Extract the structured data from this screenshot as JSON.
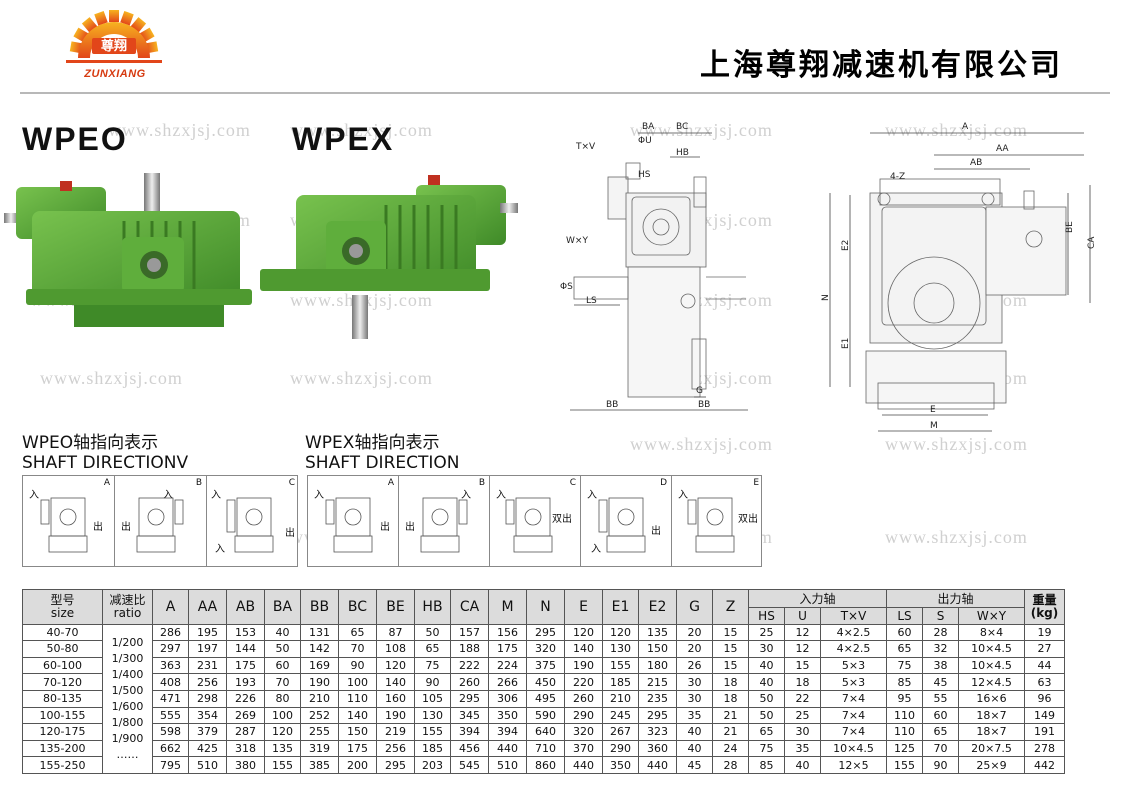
{
  "header": {
    "logo_chars": "尊翔",
    "logo_text": "ZUNXIANG",
    "company_name": "上海尊翔减速机有限公司"
  },
  "watermark": "www.shzxjsj.com",
  "products": {
    "wpeo_title": "WPEO",
    "wpex_title": "WPEX"
  },
  "side_drawing": {
    "labels": [
      "T×V",
      "BA",
      "BC",
      "ΦU",
      "HB",
      "HS",
      "W×Y",
      "ΦS",
      "LS",
      "BB",
      "BB",
      "G"
    ]
  },
  "front_drawing": {
    "labels": [
      "A",
      "AA",
      "AB",
      "4-Z",
      "BE",
      "CA",
      "E2",
      "N",
      "E1",
      "E",
      "M"
    ]
  },
  "shaft_direction": {
    "wpeo_title": "WPEO轴指向表示",
    "wpeo_subtitle": "SHAFT DIRECTIONV",
    "wpex_title": "WPEX轴指向表示",
    "wpex_subtitle": "SHAFT DIRECTION",
    "in_label": "入",
    "out_label": "出",
    "double_out_label": "双出",
    "wpeo_letters": [
      "A",
      "B",
      "C"
    ],
    "wpex_letters": [
      "A",
      "B",
      "C",
      "D",
      "E"
    ]
  },
  "table": {
    "headers": {
      "size_cn": "型号",
      "size_en": "size",
      "ratio_cn": "减速比",
      "ratio_en": "ratio",
      "cols": [
        "A",
        "AA",
        "AB",
        "BA",
        "BB",
        "BC",
        "BE",
        "HB",
        "CA",
        "M",
        "N",
        "E",
        "E1",
        "E2",
        "G",
        "Z"
      ],
      "input_shaft": "入力轴",
      "output_shaft": "出力轴",
      "weight_cn": "重量",
      "weight_unit": "(kg)",
      "input_cols": [
        "HS",
        "U",
        "T×V"
      ],
      "output_cols": [
        "LS",
        "S",
        "W×Y"
      ]
    },
    "ratios": [
      "1/200",
      "1/300",
      "1/400",
      "1/500",
      "1/600",
      "1/800",
      "1/900",
      "……"
    ],
    "rows": [
      [
        "40-70",
        "286",
        "195",
        "153",
        "40",
        "131",
        "65",
        "87",
        "50",
        "157",
        "156",
        "295",
        "120",
        "120",
        "135",
        "20",
        "15",
        "25",
        "12",
        "4×2.5",
        "60",
        "28",
        "8×4",
        "19"
      ],
      [
        "50-80",
        "297",
        "197",
        "144",
        "50",
        "142",
        "70",
        "108",
        "65",
        "188",
        "175",
        "320",
        "140",
        "130",
        "150",
        "20",
        "15",
        "30",
        "12",
        "4×2.5",
        "65",
        "32",
        "10×4.5",
        "27"
      ],
      [
        "60-100",
        "363",
        "231",
        "175",
        "60",
        "169",
        "90",
        "120",
        "75",
        "222",
        "224",
        "375",
        "190",
        "155",
        "180",
        "26",
        "15",
        "40",
        "15",
        "5×3",
        "75",
        "38",
        "10×4.5",
        "44"
      ],
      [
        "70-120",
        "408",
        "256",
        "193",
        "70",
        "190",
        "100",
        "140",
        "90",
        "260",
        "266",
        "450",
        "220",
        "185",
        "215",
        "30",
        "18",
        "40",
        "18",
        "5×3",
        "85",
        "45",
        "12×4.5",
        "63"
      ],
      [
        "80-135",
        "471",
        "298",
        "226",
        "80",
        "210",
        "110",
        "160",
        "105",
        "295",
        "306",
        "495",
        "260",
        "210",
        "235",
        "30",
        "18",
        "50",
        "22",
        "7×4",
        "95",
        "55",
        "16×6",
        "96"
      ],
      [
        "100-155",
        "555",
        "354",
        "269",
        "100",
        "252",
        "140",
        "190",
        "130",
        "345",
        "350",
        "590",
        "290",
        "245",
        "295",
        "35",
        "21",
        "50",
        "25",
        "7×4",
        "110",
        "60",
        "18×7",
        "149"
      ],
      [
        "120-175",
        "598",
        "379",
        "287",
        "120",
        "255",
        "150",
        "219",
        "155",
        "394",
        "394",
        "640",
        "320",
        "267",
        "323",
        "40",
        "21",
        "65",
        "30",
        "7×4",
        "110",
        "65",
        "18×7",
        "191"
      ],
      [
        "135-200",
        "662",
        "425",
        "318",
        "135",
        "319",
        "175",
        "256",
        "185",
        "456",
        "440",
        "710",
        "370",
        "290",
        "360",
        "40",
        "24",
        "75",
        "35",
        "10×4.5",
        "125",
        "70",
        "20×7.5",
        "278"
      ],
      [
        "155-250",
        "795",
        "510",
        "380",
        "155",
        "385",
        "200",
        "295",
        "203",
        "545",
        "510",
        "860",
        "440",
        "350",
        "440",
        "45",
        "28",
        "85",
        "40",
        "12×5",
        "155",
        "90",
        "25×9",
        "442"
      ]
    ]
  },
  "colors": {
    "logo_orange": "#f08a1c",
    "logo_red": "#d63a10",
    "gear_green": "#5fae3c",
    "gear_dark": "#3f7f25",
    "header_gray": "#dcdcdc"
  }
}
